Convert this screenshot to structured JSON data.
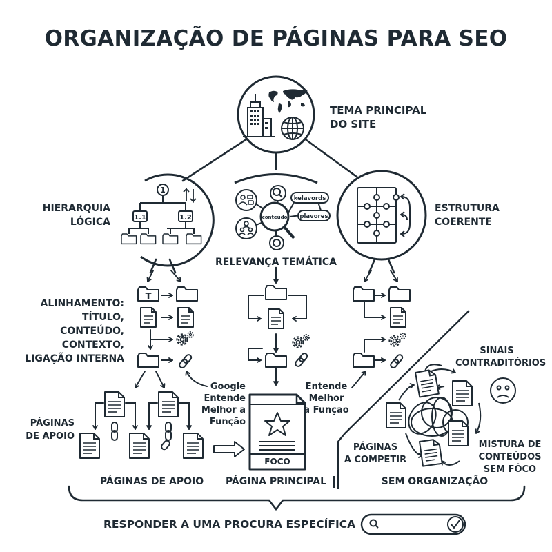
{
  "title": "ORGANIZAÇÃO DE PÁGINAS PARA SEO",
  "top_node": {
    "label_line1": "TEMA PRINCIPAL",
    "label_line2": "DO SITE",
    "icons": [
      "building-icon",
      "world-map-icon",
      "globe-icon"
    ]
  },
  "pillars": [
    {
      "id": "hierarquia",
      "line1": "HIERARQUIA",
      "line2": "LÓGICA",
      "node_labels": [
        "1",
        "1.1",
        "1.2"
      ]
    },
    {
      "id": "relevancia",
      "line1": "RELEVANÇA TEMÁTICA",
      "center": "conteúdo",
      "tags": [
        "kelavords",
        "plavores"
      ]
    },
    {
      "id": "estrutura",
      "line1": "ESTRUTURA",
      "line2": "COERENTE"
    }
  ],
  "alignment": {
    "line1": "ALINHAMENTO:",
    "line2": "TÍTULO,",
    "line3": "CONTEÚDO,",
    "line4": "CONTEXTO,",
    "line5": "LIGAÇÃO INTERNA",
    "title_glyph": "T"
  },
  "google_note": {
    "line1": "Google",
    "line2": "Entende",
    "line3": "Melhor a",
    "line4": "Função"
  },
  "understand_note": {
    "line1": "Entende",
    "line2": "Melhor",
    "line3": "a Função"
  },
  "support_pages": {
    "side_line1": "PÁGINAS",
    "side_line2": "DE APOIO",
    "caption": "PÁGINAS DE APOIO"
  },
  "main_page": {
    "badge": "FOCO",
    "caption": "PÁGINA PRINCIPAL"
  },
  "disorganized": {
    "signals_line1": "SINAIS",
    "signals_line2": "CONTRADITÓRIOS",
    "competing_line1": "PÁGINAS",
    "competing_line2": "A COMPETIR",
    "mix_line1": "MISTURA DE",
    "mix_line2": "CONTEÚDOS",
    "mix_line3": "SEM FÔCO",
    "caption": "SEM ORGANIZAÇÃO"
  },
  "footer": {
    "label": "RESPONDER A UMA PROCURA ESPECÍFICA",
    "search_icon": "search-icon",
    "check_icon": "check-circle-icon"
  },
  "colors": {
    "ink": "#1f2a33",
    "background": "#ffffff"
  }
}
